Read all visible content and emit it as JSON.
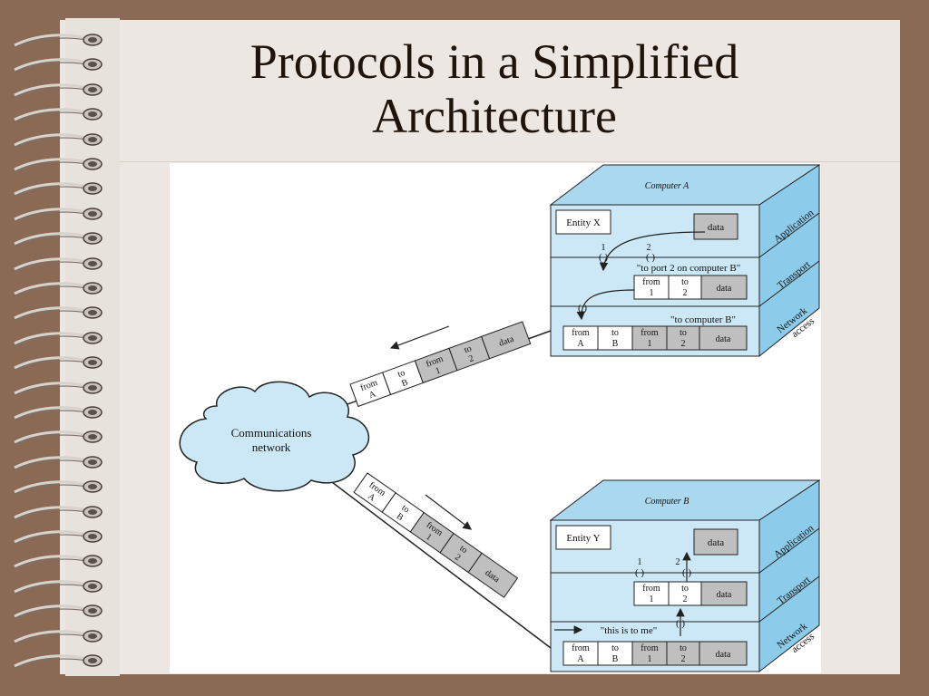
{
  "slide": {
    "title": "Protocols in a Simplified Architecture"
  },
  "diagram": {
    "cloud_label": [
      "Communications",
      "network"
    ],
    "computer_a": {
      "name": "Computer A",
      "layers": [
        "Application",
        "Transport",
        "Network access"
      ],
      "entity": "Entity X",
      "data": "data",
      "port_1": "1",
      "port_2": "2",
      "transport_note": "\"to port 2 on computer B\"",
      "network_note": "\"to computer B\"",
      "transport_pdu": [
        "from 1",
        "to 2",
        "data"
      ],
      "network_pdu": [
        "from A",
        "to B",
        "from 1",
        "to 2",
        "data"
      ]
    },
    "computer_b": {
      "name": "Computer B",
      "layers": [
        "Application",
        "Transport",
        "Network access"
      ],
      "entity": "Entity Y",
      "data": "data",
      "port_1": "1",
      "port_2": "2",
      "network_note": "\"this is to me\"",
      "transport_pdu": [
        "from 1",
        "to 2",
        "data"
      ],
      "network_pdu": [
        "from A",
        "to B",
        "from 1",
        "to 2",
        "data"
      ]
    },
    "packet_upper": [
      "from A",
      "to B",
      "from 1",
      "to 2",
      "data"
    ],
    "packet_lower": [
      "from A",
      "to B",
      "from 1",
      "to 2",
      "data"
    ]
  },
  "colors": {
    "background": "#8a6a55",
    "slide": "#ece7e2",
    "box_front": "#cce8f6",
    "box_top": "#a9d8ef",
    "box_side": "#8ccbe9",
    "header_cell": "#bfbfbf"
  }
}
